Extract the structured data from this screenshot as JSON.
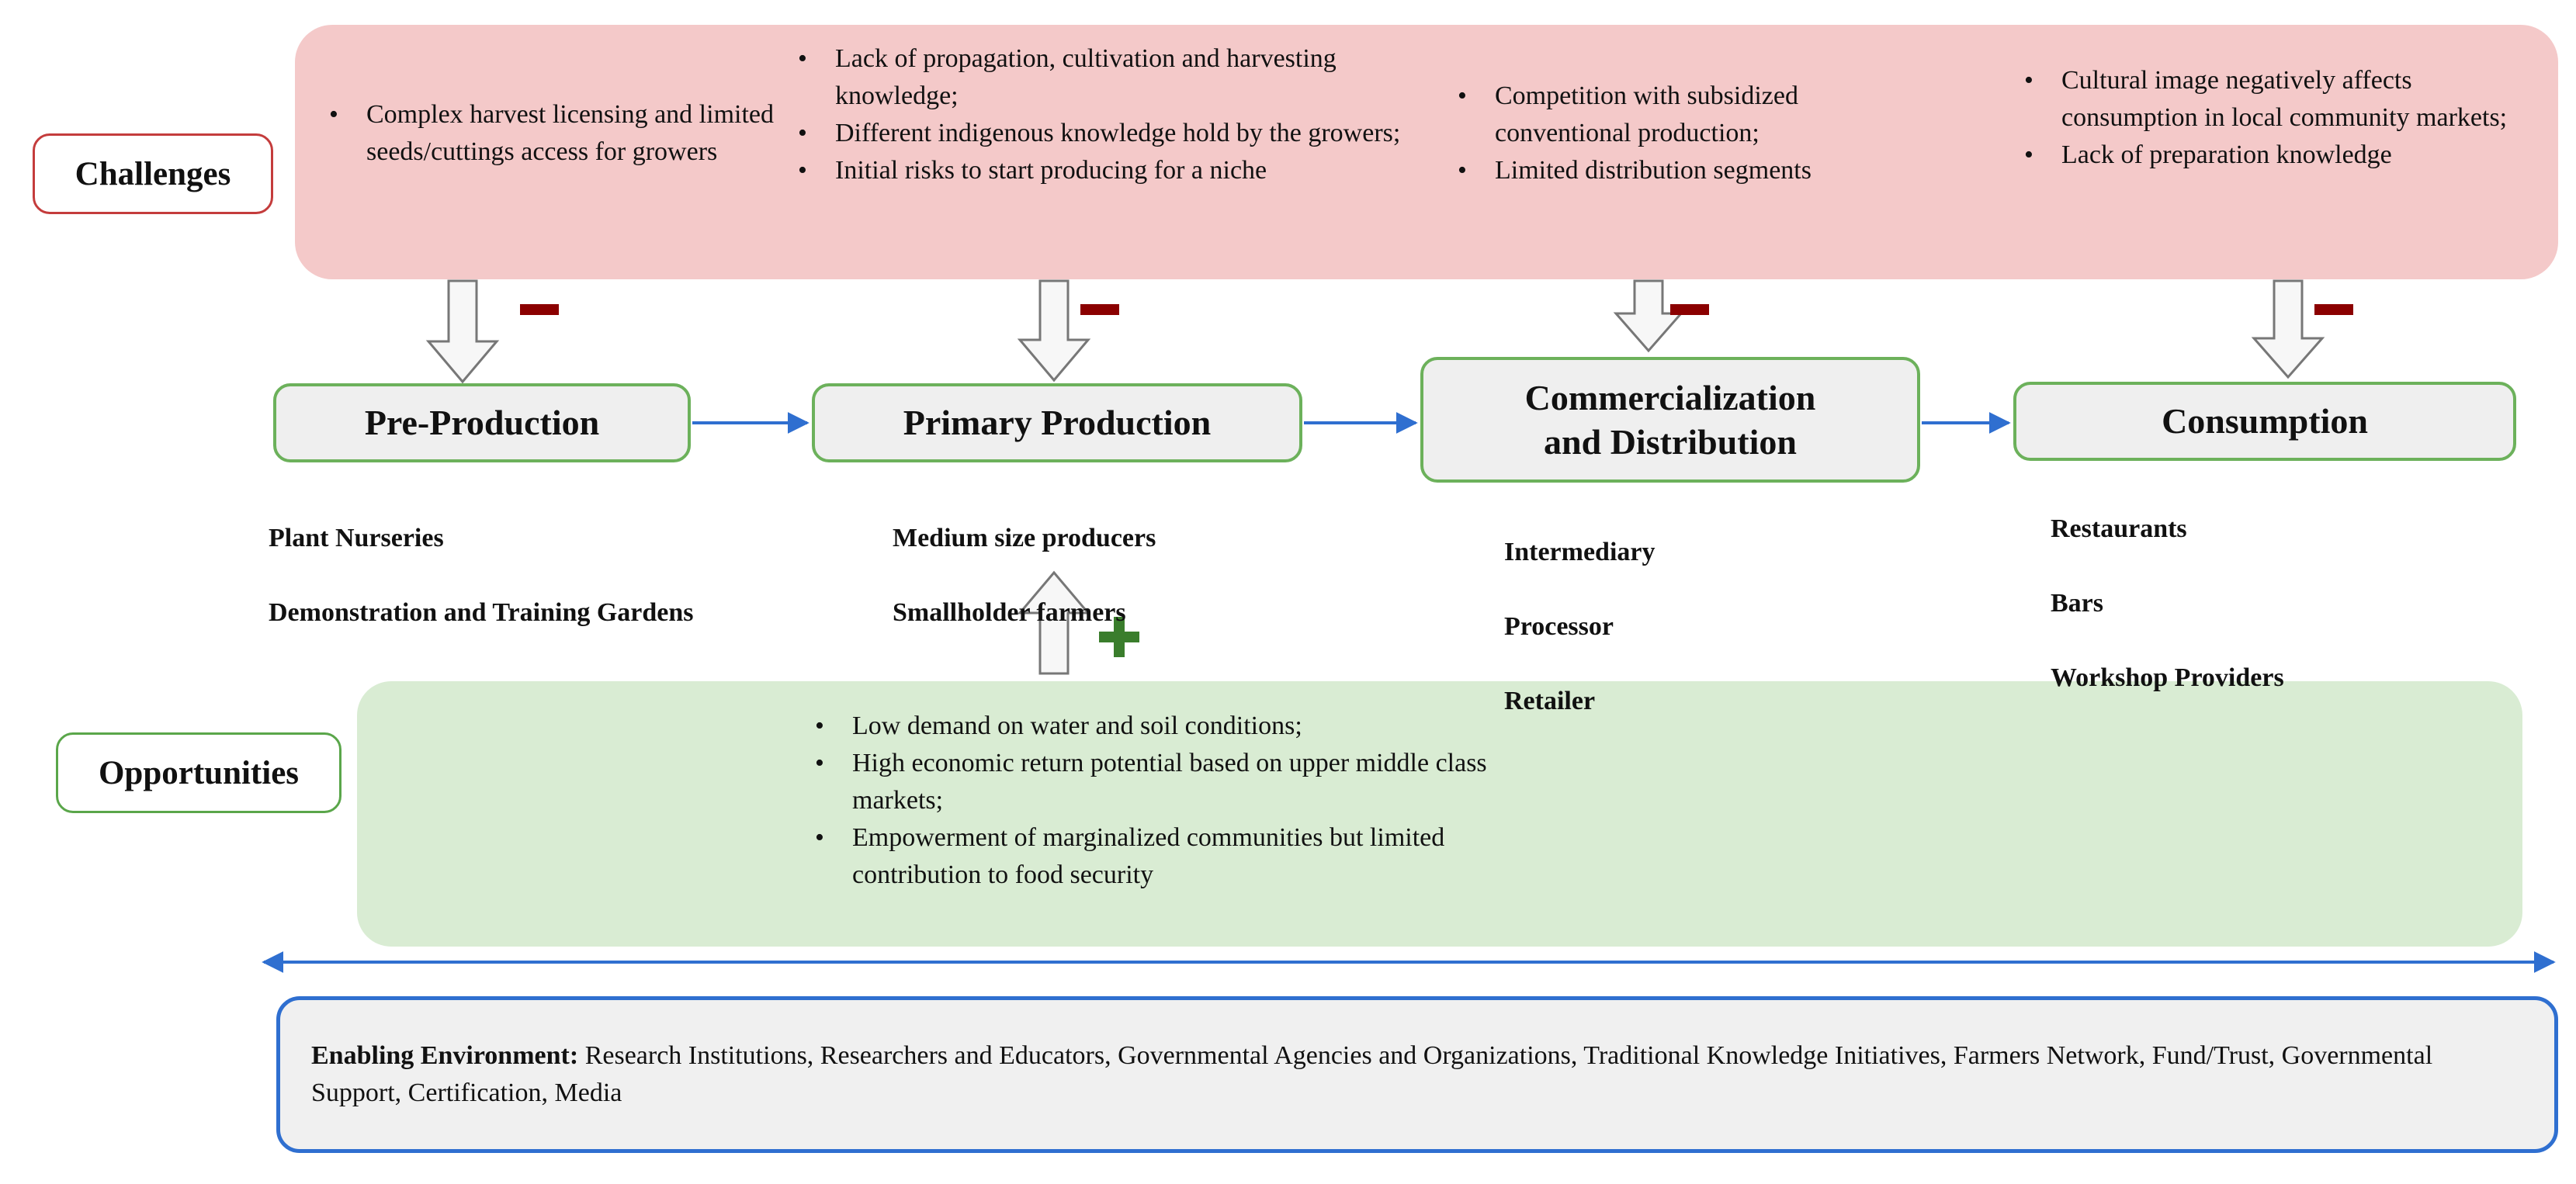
{
  "challenges": {
    "label": "Challenges",
    "columns": [
      [
        "Complex harvest licensing and limited seeds/cuttings access for growers"
      ],
      [
        "Lack of propagation, cultivation and harvesting knowledge;",
        "Different indigenous knowledge hold by the growers;",
        "Initial risks to start producing for a niche"
      ],
      [
        "Competition with subsidized conventional production;",
        "Limited distribution segments"
      ],
      [
        "Cultural image negatively affects consumption in local community markets;",
        "Lack of preparation knowledge"
      ]
    ]
  },
  "stages": [
    {
      "title": "Pre-Production",
      "actors": [
        "Plant Nurseries",
        "Demonstration and Training Gardens"
      ]
    },
    {
      "title": "Primary Production",
      "actors": [
        "Medium size producers",
        "Smallholder farmers"
      ]
    },
    {
      "title": "Commercialization and Distribution",
      "actors": [
        "Intermediary",
        "Processor",
        "Retailer"
      ]
    },
    {
      "title": "Consumption",
      "actors": [
        "Restaurants",
        "Bars",
        "Workshop Providers"
      ]
    }
  ],
  "opportunities": {
    "label": "Opportunities",
    "items": [
      "Low demand on water and soil conditions;",
      "High economic return potential based on upper middle class markets;",
      "Empowerment of marginalized communities but limited contribution to food security"
    ]
  },
  "enabling": {
    "label": "Enabling Environment:",
    "text": " Research Institutions, Researchers and Educators, Governmental Agencies and Organizations, Traditional Knowledge Initiatives, Farmers Network, Fund/Trust, Governmental Support, Certification, Media"
  },
  "colors": {
    "challenge_fill": "#f4c9c9",
    "challenge_border": "#c43c3c",
    "opportunity_fill": "#d9ecd3",
    "stage_border": "#6cb15b",
    "flow_arrow": "#2f6fd0",
    "minus_sign": "#8b0000",
    "plus_sign": "#3a7d2c"
  }
}
